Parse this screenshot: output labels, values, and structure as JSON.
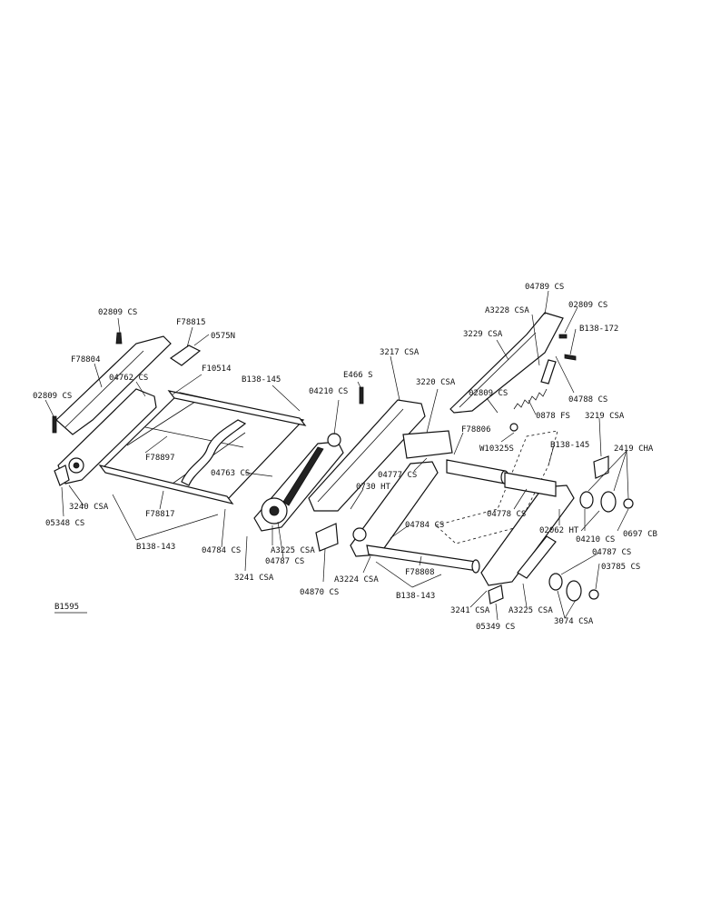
{
  "diagram_id": "B1595",
  "labels": {
    "l_02809_top": "02809 CS",
    "l_f78815": "F78815",
    "l_0575n": "0575N",
    "l_f78804": "F78804",
    "l_f10514": "F10514",
    "l_b138_145_a": "B138-145",
    "l_04762": "04762 CS",
    "l_02809_left": "02809 CS",
    "l_f78897": "F78897",
    "l_04763": "04763 CS",
    "l_04210_a": "04210 CS",
    "l_e466": "E466 S",
    "l_3217": "3217 CSA",
    "l_3220": "3220 CSA",
    "l_3229": "3229 CSA",
    "l_a3228": "A3228 CSA",
    "l_04789": "04789 CS",
    "l_02809_right": "02809 CS",
    "l_b138_172": "B138-172",
    "l_04788": "04788 CS",
    "l_02809_mid": "02809 CS",
    "l_0878": "0878 FS",
    "l_f78806": "F78806",
    "l_w10325": "W10325S",
    "l_3219": "3219 CSA",
    "l_b138_145_b": "B138-145",
    "l_2419": "2419 CHA",
    "l_04777": "04777 CS",
    "l_0730": "0730 HT",
    "l_3240": "3240 CSA",
    "l_05348": "05348 CS",
    "l_f78817": "F78817",
    "l_b138_143_a": "B138-143",
    "l_04784_a": "04784 CS",
    "l_3241_a": "3241 CSA",
    "l_a3225_a": "A3225 CSA",
    "l_04787_a": "04787 CS",
    "l_04870": "04870 CS",
    "l_a3224": "A3224 CSA",
    "l_04784_b": "04784 CS",
    "l_f78808": "F78808",
    "l_b138_143_b": "B138-143",
    "l_04778": "04778 CS",
    "l_02062": "02062 HT",
    "l_04210_b": "04210 CS",
    "l_0697": "0697 CB",
    "l_04787_b": "04787 CS",
    "l_03785": "03785 CS",
    "l_3241_b": "3241 CSA",
    "l_a3225_b": "A3225 CSA",
    "l_05349": "05349 CS",
    "l_3074": "3074 CSA"
  }
}
